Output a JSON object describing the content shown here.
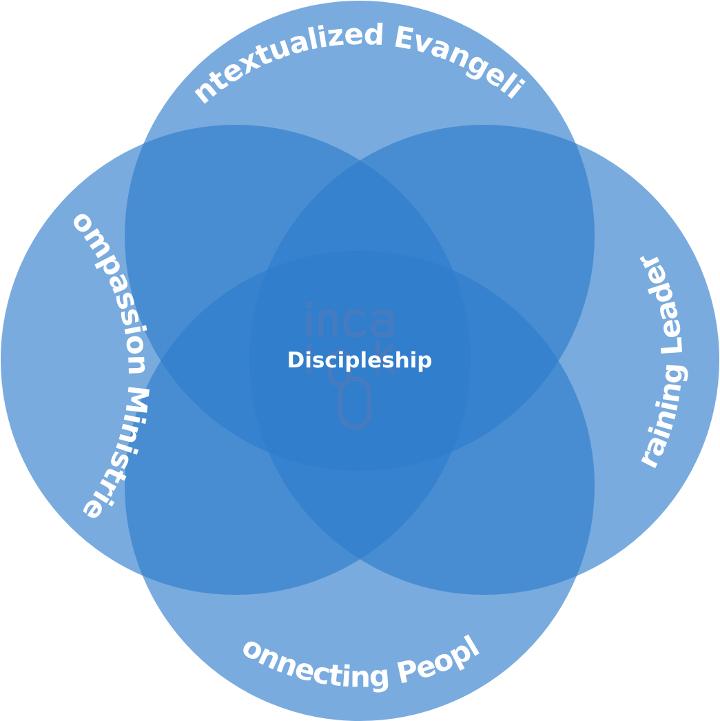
{
  "colors": {
    "circle_fill": "#2D7CCB",
    "label_text": "#FFFFFF",
    "logo_stroke": "#5A79B8",
    "background": "#FFFFFF"
  },
  "circle_opacity": 0.64,
  "circles": [
    {
      "id": "top",
      "label": "Contextualized Evangelism"
    },
    {
      "id": "left",
      "label": "Compassion Ministries"
    },
    {
      "id": "right",
      "label": "Training Leaders"
    },
    {
      "id": "bottom",
      "label": "Connecting People"
    }
  ],
  "center": {
    "label": "Discipleship",
    "logo_text": "inca link",
    "logo_icon": "inca-link-logo-icon"
  }
}
